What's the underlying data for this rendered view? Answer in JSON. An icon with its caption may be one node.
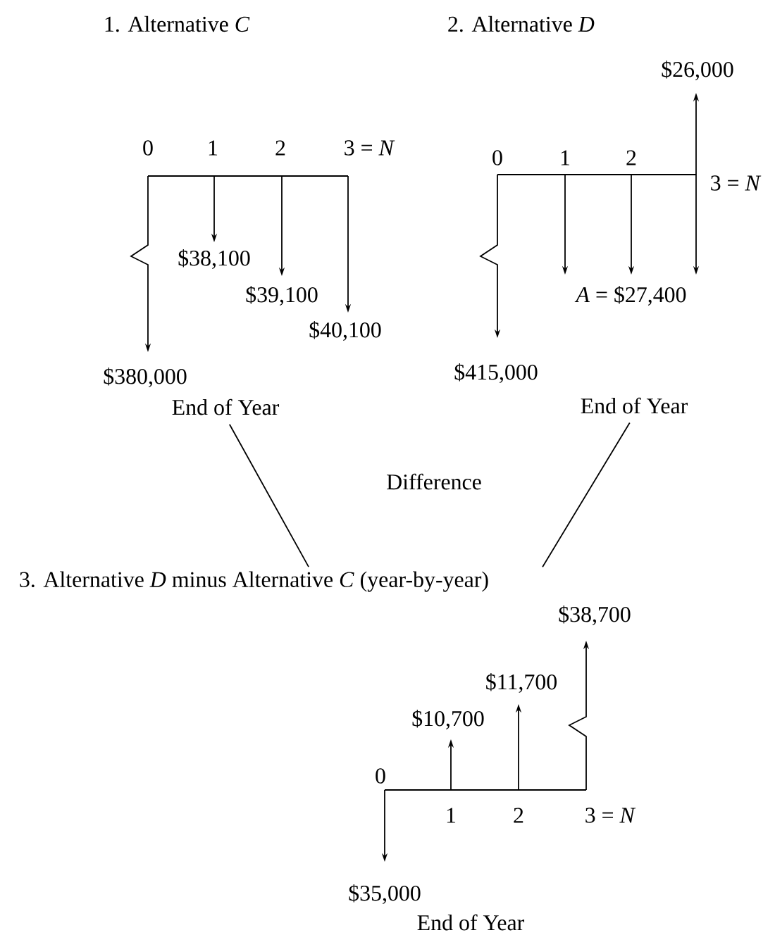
{
  "diagram": {
    "nodes": [
      {
        "text": [
          "End of Year"
        ]
      },
      {
        "text": [
          "End of Year"
        ]
      },
      {
        "text": [
          "3. Alternative *D* minus Alternative *C* (year-by-year)"
        ]
      }
    ],
    "edges": [
      {
        "from": 0,
        "to": 2,
        "arrow": "none"
      },
      {
        "from": 1,
        "to": 2,
        "arrow": "none"
      }
    ],
    "labels": [
      "1. Alternative *C*",
      "2. Alternative *D*",
      "$26,000",
      "0",
      "1",
      "2",
      "3 = *N*",
      "0",
      "1",
      "2",
      "3 = *N*",
      "$38,100",
      "$39,100",
      "*A* = $27,400",
      "$40,100",
      "$380,000",
      "$415,000",
      "Difference",
      "$38,700",
      "$11,700",
      "$10,700",
      "0",
      "1",
      "2",
      "3 = *N*",
      "$35,000",
      "End of Year"
    ]
  }
}
